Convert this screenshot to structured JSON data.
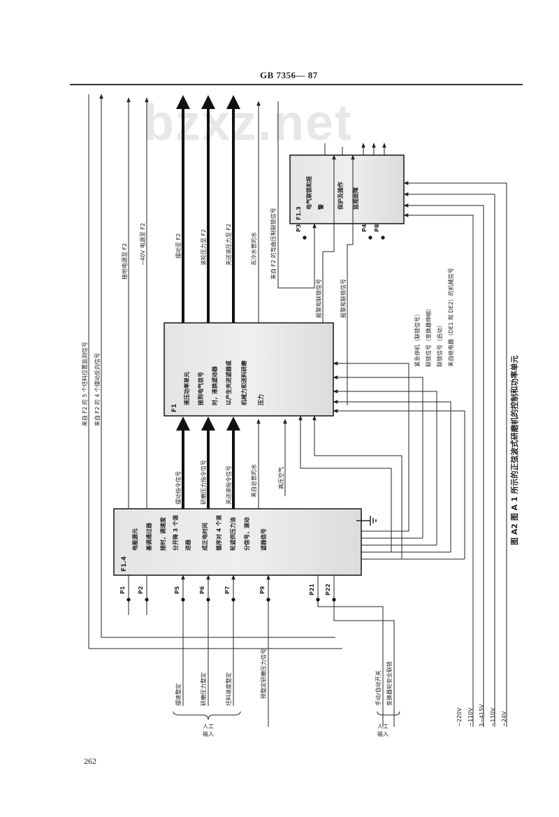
{
  "header": {
    "standard": "GB 7356— 87"
  },
  "watermark": "bzxz.net",
  "page_number": "262",
  "caption": "图 A2   图 A 1 所示的正弦波式研磨机的控制和功率单元",
  "blocks": {
    "f14": {
      "id": "F1.4",
      "lines": [
        "电能源元",
        "基调通过器",
        "接时，调速度",
        "分开降 3 个滚",
        "进器",
        "成正电时间",
        "循序对 4 个滚",
        "轮滤供压力油",
        "分信号，滚动",
        "滤器信号"
      ]
    },
    "f1": {
      "id": "F1",
      "lines": [
        "液压功率单元",
        "接到电气信号",
        "时，液换滤动器",
        "以产生夹进滤器或",
        "机械力和送料研磨",
        "压力"
      ]
    },
    "f13": {
      "id": "F1.3",
      "lines": [
        "电气联锁和报",
        "警",
        "保护及操作",
        "监视故障"
      ]
    }
  },
  "lines": {
    "top_left": [
      "来自 F2 的 5 个坯料位置监测信号",
      "来自 F2 的 4 个摆动反向信号",
      "接地电源至 F2",
      "~40V 电源至 F2"
    ],
    "top_thick": [
      "摆动至 F2",
      "滚轮压力至 F2",
      "夹送滚压力至 F2"
    ],
    "top_right": [
      "去冷水管的水",
      "来自 F2 的弯曲压制联锁信号"
    ],
    "middle_thick": [
      "摆动指令信号",
      "研磨压力指令信号",
      "夹送滚指令信号"
    ],
    "middle_other": [
      "来自总管的水",
      "高压空气"
    ],
    "f13_outputs": [
      "报警和联锁信号",
      "报警和联锁信号"
    ],
    "right_inputs": [
      "紧急停机（联锁信号）",
      "联锁信号（变换器伸缩）",
      "联锁信号（启动）",
      "来自继电器（DE1 和 DE2）的机械信号"
    ],
    "bottom_inputs": [
      "摆速整定",
      "研磨压力整定",
      "坯料速度整定",
      "预整定研磨压力信号"
    ],
    "manual_label": "人工\n输入",
    "bottom_right": [
      "手动/自动开关",
      "变换器轮安全联锁"
    ],
    "power": [
      "~220V",
      "~110V",
      "3~415V",
      "~110V",
      "~24V"
    ]
  },
  "points": {
    "f14": [
      "P1",
      "P2",
      "P5",
      "P6",
      "P7",
      "P9",
      "P21",
      "P22"
    ],
    "f13": [
      "P3",
      "P4",
      "P8"
    ]
  }
}
